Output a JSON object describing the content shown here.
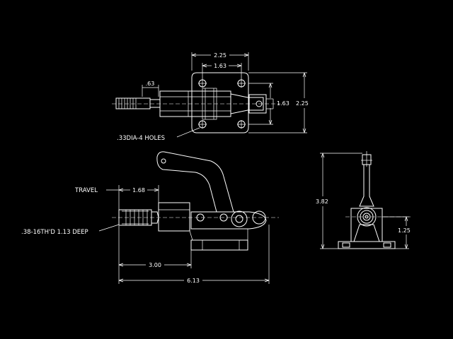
{
  "dimensions": {
    "top_width_outer": "2.25",
    "top_width_inner": "1.63",
    "top_height_inner": "1.63",
    "top_height_outer": "2.25",
    "plunger_offset": ".63",
    "holes": ".33DIA-4 HOLES",
    "travel_label": "TRAVEL",
    "travel": "1.68",
    "thread": ".38-16TH'D 1.13 DEEP",
    "base_length": "3.00",
    "overall_length": "6.13",
    "end_height": "3.82",
    "end_base_height": "1.25"
  }
}
